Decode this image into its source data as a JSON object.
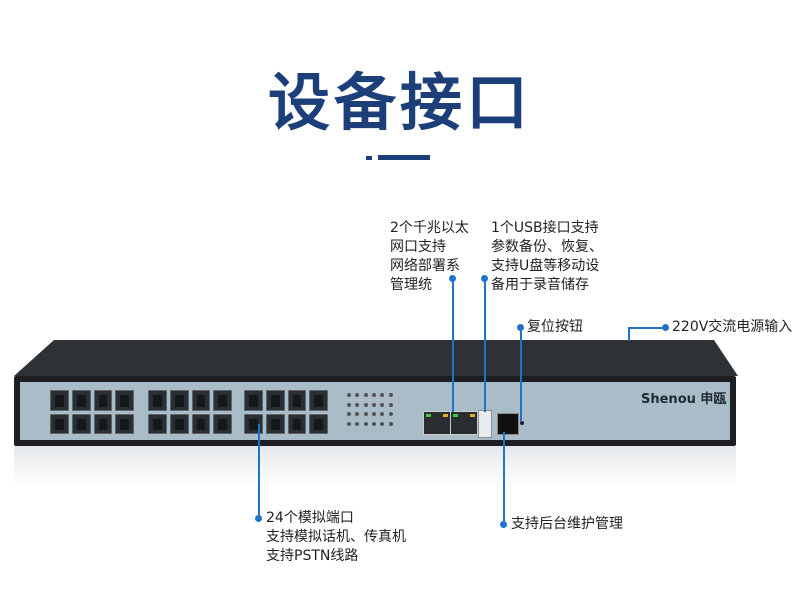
{
  "title": "设备接口",
  "callouts": {
    "gigabit": [
      "2个千兆以太",
      "网口支持",
      "网络部署系",
      "管理统"
    ],
    "usb": [
      "1个USB接口支持",
      "参数备份、恢复、",
      "支持U盘等移动设",
      "备用于录音储存"
    ],
    "reset": "复位按钮",
    "power": "220V交流电源输入",
    "analog": [
      "24个模拟端口",
      "支持模拟话机、传真机",
      "支持PSTN线路"
    ],
    "console": "支持后台维护管理"
  },
  "device": {
    "brand": "Shenou 申瓯"
  },
  "colors": {
    "title": "#1c3f7a",
    "leader": "#1f74c8",
    "panel": "#a9bcc7",
    "body": "#1d1f22"
  }
}
